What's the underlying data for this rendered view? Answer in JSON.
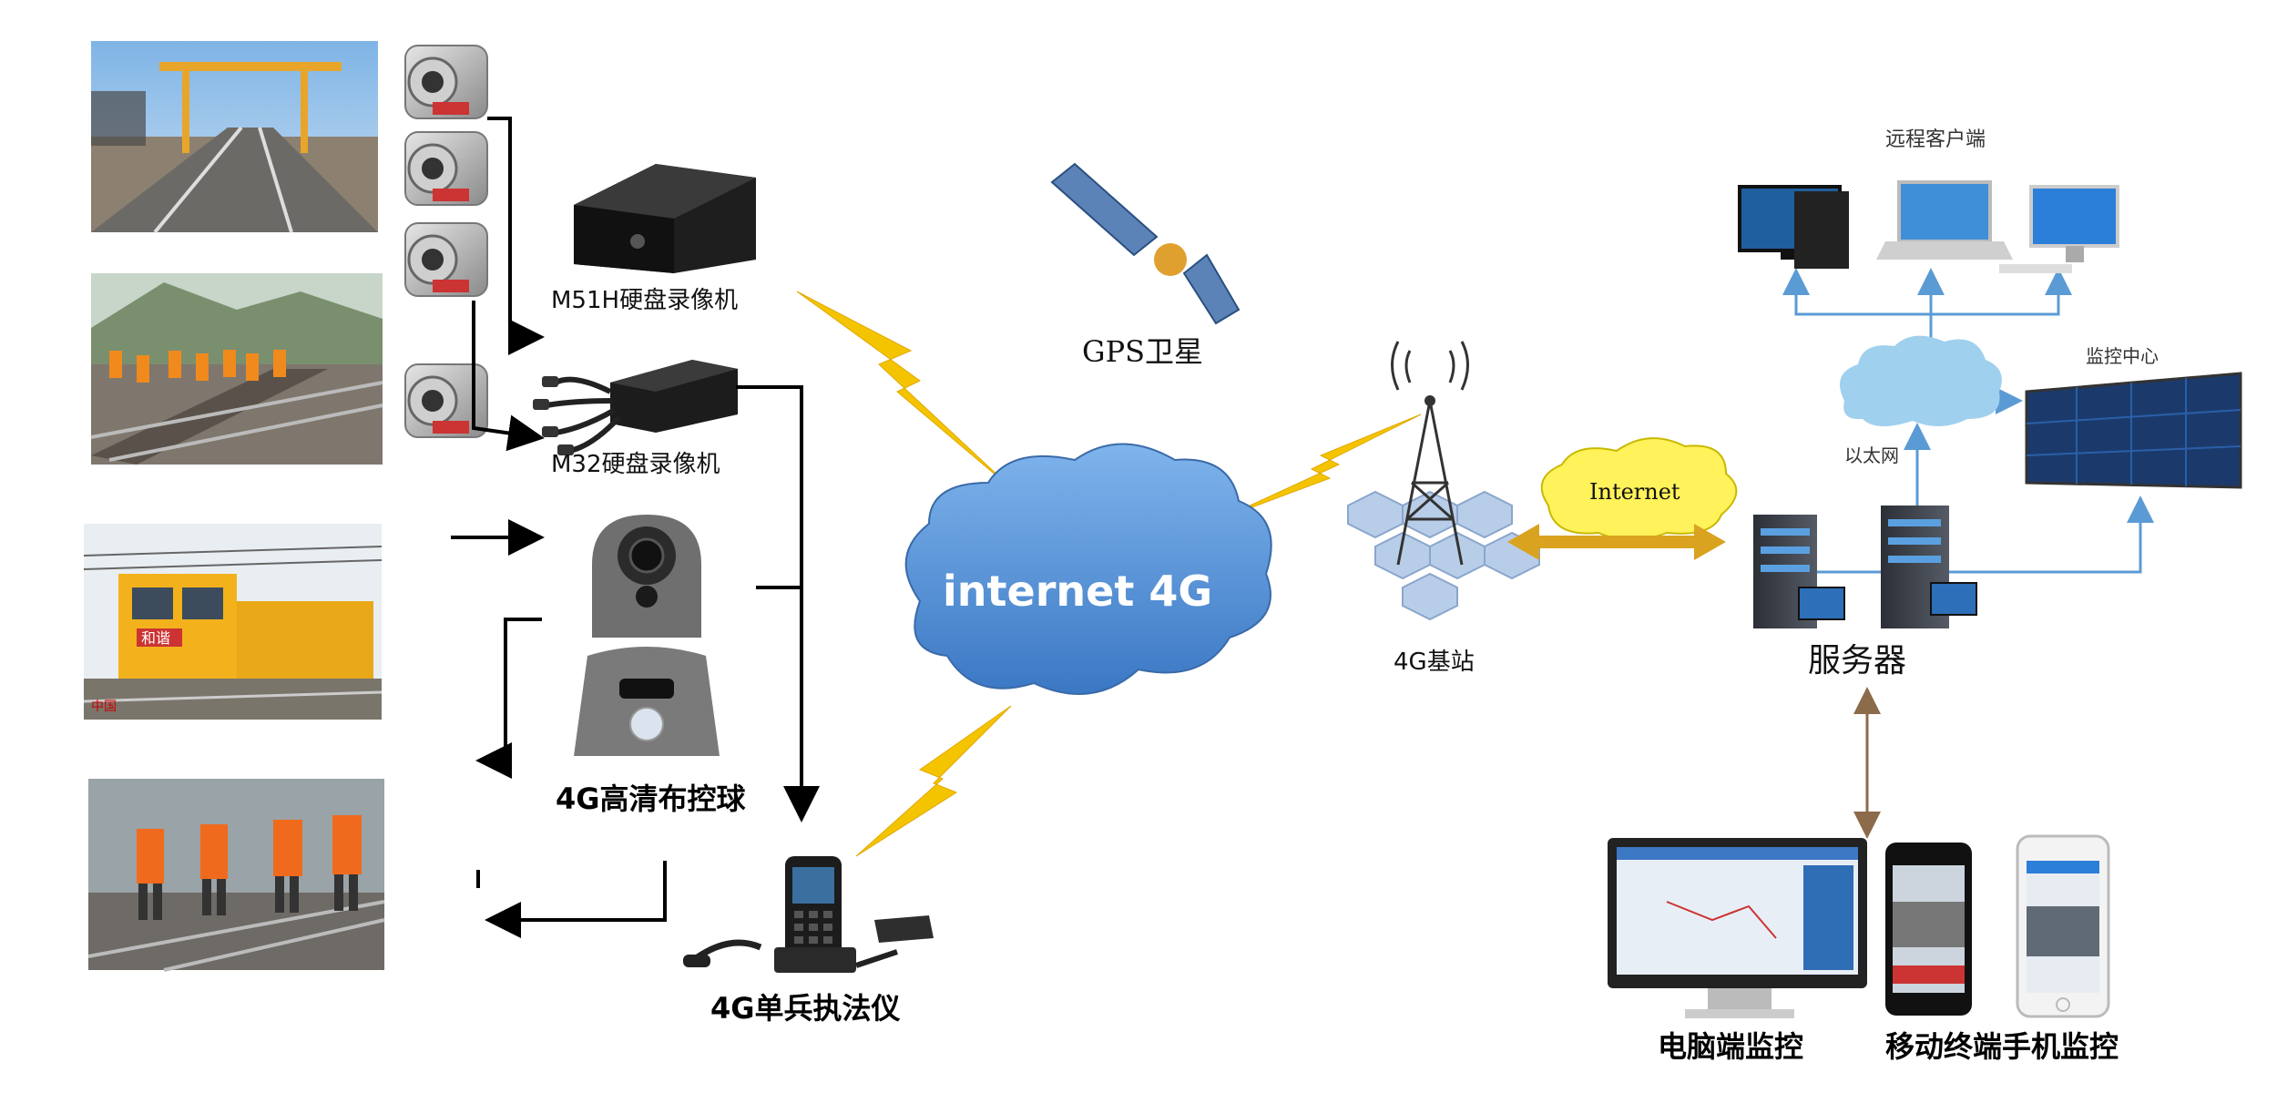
{
  "labels": {
    "m51h": "M51H硬盘录像机",
    "m32": "M32硬盘录像机",
    "gps": "GPS卫星",
    "internet4g": "internet 4G",
    "ptz": "4G高清布控球",
    "handheld": "4G单兵执法仪",
    "basestation": "4G基站",
    "internet": "Internet",
    "remote_client": "远程客户端",
    "ethernet": "以太网",
    "monitor_center": "监控中心",
    "server": "服务器",
    "pc_monitor": "电脑端监控",
    "mobile_monitor": "移动终端手机监控"
  },
  "photos": {
    "photo1_tag": "",
    "train_plate": "和谐",
    "watermark": "中国"
  },
  "colors": {
    "lightning": "#f5c400",
    "cloud_blue": "#4f8fd1",
    "cloud_light": "#9fd0ee",
    "internet_cloud": "#fff25a",
    "arrow": "#000000",
    "blue_line": "#5b9bd5",
    "brown_line": "#8b6b4a",
    "orange_arrow": "#d9a320"
  },
  "icons": {
    "camera": "explosion-proof-camera-icon",
    "dvr": "dvr-box-icon",
    "satellite": "satellite-icon",
    "tower": "cell-tower-icon",
    "server": "server-icon",
    "desktop": "desktop-pc-icon",
    "laptop": "laptop-icon",
    "video_wall": "video-wall-icon",
    "phone": "smartphone-icon"
  }
}
